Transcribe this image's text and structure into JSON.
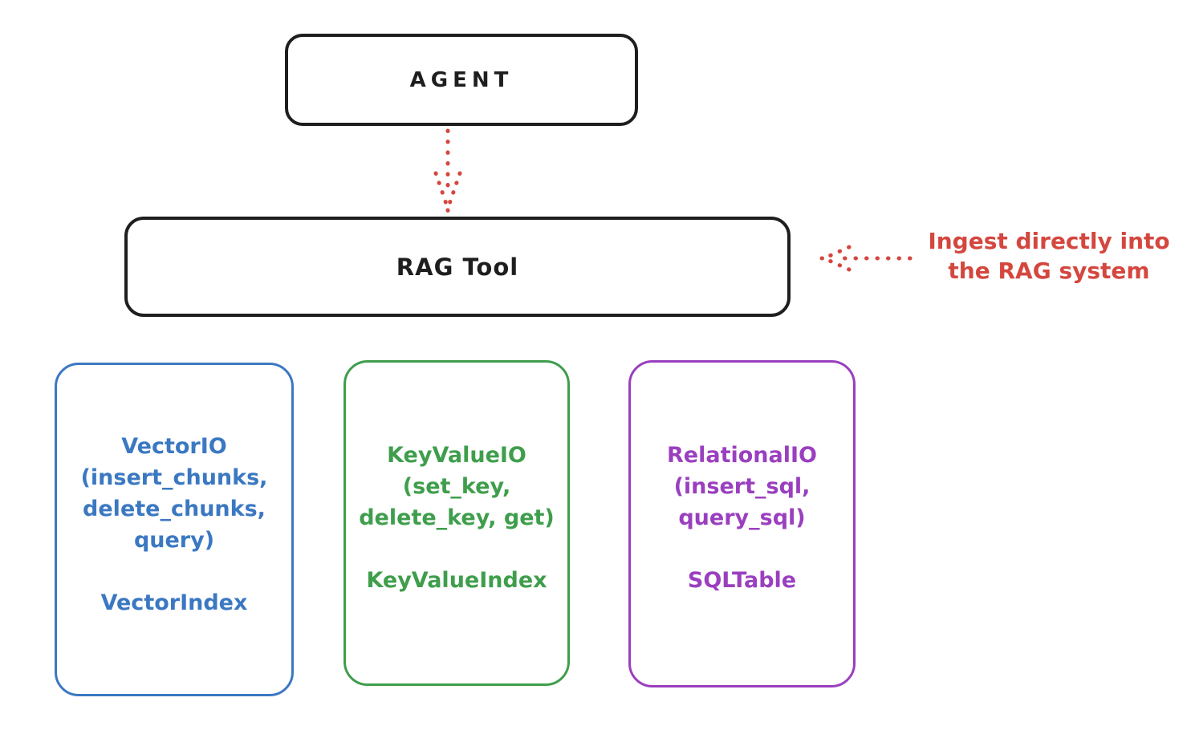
{
  "agent": {
    "label": "AGENT"
  },
  "rag_tool": {
    "label": "RAG Tool"
  },
  "annotation": {
    "line1": "Ingest directly into",
    "line2": "the RAG system"
  },
  "boxes": {
    "vector": {
      "lines": [
        "VectorIO",
        "(insert_chunks,",
        "delete_chunks,",
        "query)"
      ],
      "index": "VectorIndex"
    },
    "keyvalue": {
      "lines": [
        "KeyValueIO",
        "(set_key,",
        "delete_key, get)"
      ],
      "index": "KeyValueIndex"
    },
    "relational": {
      "lines": [
        "RelationalIO",
        "(insert_sql,",
        "query_sql)"
      ],
      "index": "SQLTable"
    }
  },
  "colors": {
    "ink": "#1e1e1e",
    "red": "#d4473f",
    "blue": "#3b78c2",
    "green": "#3f9e4c",
    "purple": "#9a3fbf",
    "background": "#ffffff"
  }
}
